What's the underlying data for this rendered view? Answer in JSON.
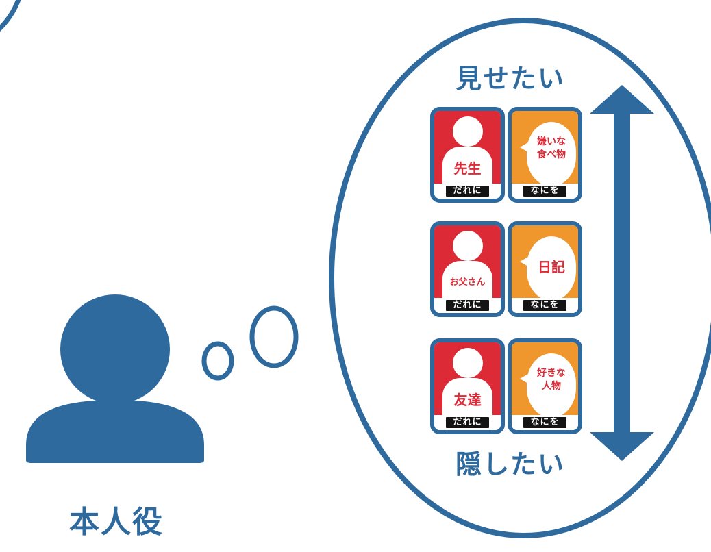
{
  "colors": {
    "brand_blue": "#2e6a9e",
    "who_card_red": "#dc2a37",
    "what_card_orange": "#ef962c",
    "label_black": "#141414"
  },
  "person": {
    "label": "本人役",
    "icon": "person-icon"
  },
  "thought": {
    "icon": "thought-bubble-icon"
  },
  "scale": {
    "top_label": "見せたい",
    "bottom_label": "隠したい",
    "icon": "double-arrow-vertical-icon"
  },
  "card_pairs": [
    {
      "who": {
        "text": "先生",
        "tag": "だれに"
      },
      "what": {
        "line1": "嫌いな",
        "line2": "食べ物",
        "tag": "なにを"
      }
    },
    {
      "who": {
        "text": "お父さん",
        "tag": "だれに"
      },
      "what": {
        "line1": "日記",
        "line2": "",
        "tag": "なにを"
      }
    },
    {
      "who": {
        "text": "友達",
        "tag": "だれに"
      },
      "what": {
        "line1": "好きな",
        "line2": "人物",
        "tag": "なにを"
      }
    }
  ]
}
